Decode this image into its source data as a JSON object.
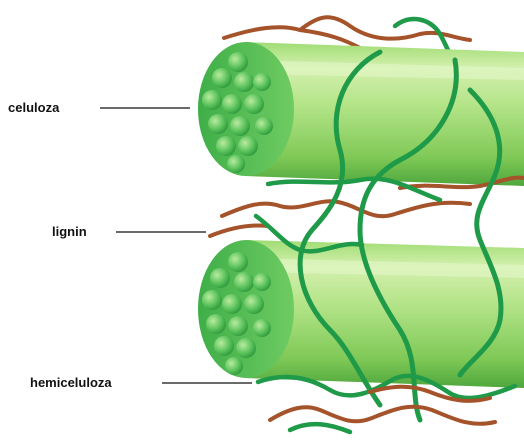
{
  "labels": {
    "cellulose": "celuloza",
    "lignin": "lignin",
    "hemicellulose": "hemiceluloza"
  },
  "colors": {
    "cellulose_light": "#c9ea9c",
    "cellulose_mid": "#8fd26a",
    "cellulose_dark": "#4faa3e",
    "fibril_face": "#4fbd52",
    "fibril_light": "#a9e48a",
    "hemicellulose_strand": "#1f9a48",
    "lignin_strand": "#a4532a",
    "leader_line": "#111111"
  },
  "icons": {
    "fibril": "cellulose-microfibril-icon"
  }
}
